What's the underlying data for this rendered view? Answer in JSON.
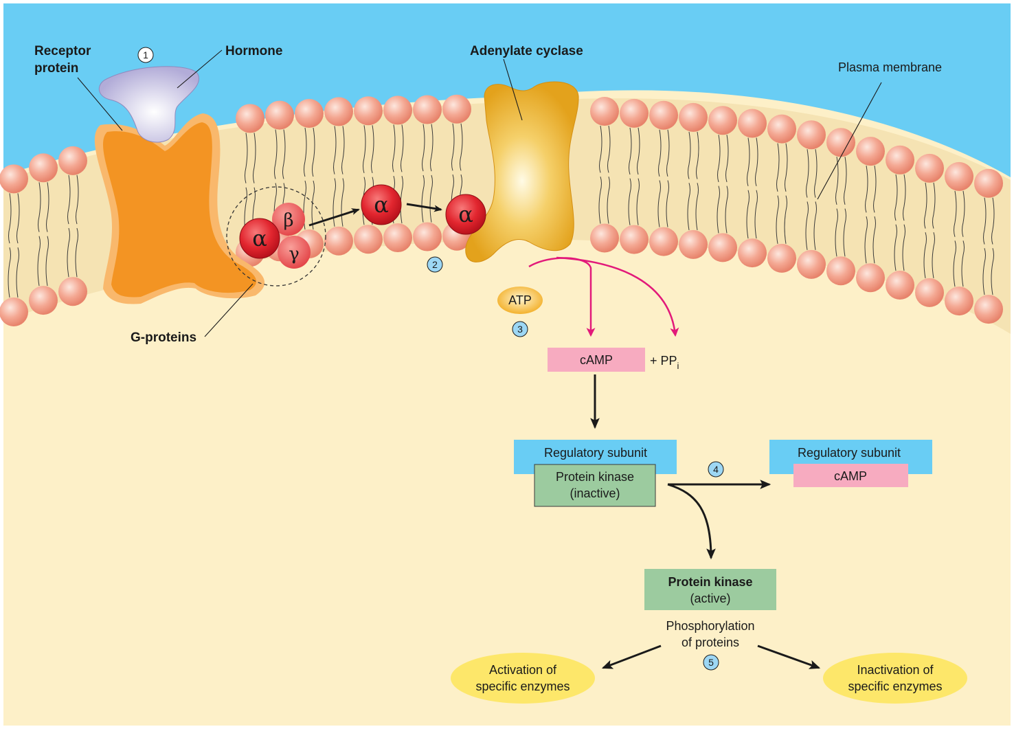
{
  "labels": {
    "receptor_line1": "Receptor",
    "receptor_line2": "protein",
    "hormone": "Hormone",
    "adenylate_cyclase": "Adenylate cyclase",
    "plasma_membrane": "Plasma membrane",
    "g_proteins": "G-proteins",
    "atp": "ATP",
    "camp": "cAMP",
    "ppi_prefix": "+ PP",
    "ppi_sub": "i",
    "regulatory_subunit_left": "Regulatory subunit",
    "protein_kinase_inactive_line1": "Protein kinase",
    "protein_kinase_inactive_line2": "(inactive)",
    "regulatory_subunit_right": "Regulatory subunit",
    "camp_bound": "cAMP",
    "protein_kinase_active_line1": "Protein kinase",
    "protein_kinase_active_line2": "(active)",
    "phosphorylation_line1": "Phosphorylation",
    "phosphorylation_line2": "of proteins",
    "activation_line1": "Activation of",
    "activation_line2": "specific enzymes",
    "inactivation_line1": "Inactivation of",
    "inactivation_line2": "specific enzymes"
  },
  "subunits": {
    "alpha": "α",
    "beta": "β",
    "gamma": "γ"
  },
  "steps": [
    "1",
    "2",
    "3",
    "4",
    "5"
  ],
  "colors": {
    "extracellular": "#69cdf4",
    "cytoplasm": "#fdf0c8",
    "membrane_core": "#f5e3b3",
    "phospholipid_head": "#f29c84",
    "receptor": "#f39423",
    "hormone": "#b7b2dc",
    "adenylate_cyclase": "#e9ab22",
    "g_protein": "#e2212d",
    "camp_box": "#f7abc0",
    "kinase_box": "#9ccb9f",
    "regulatory_box": "#69cdf4",
    "enzyme_ellipse": "#fde76a",
    "atp_ellipse": "#f6ba28",
    "reaction_arrow": "#e2197a",
    "step_circle": "#9dd7f4"
  }
}
